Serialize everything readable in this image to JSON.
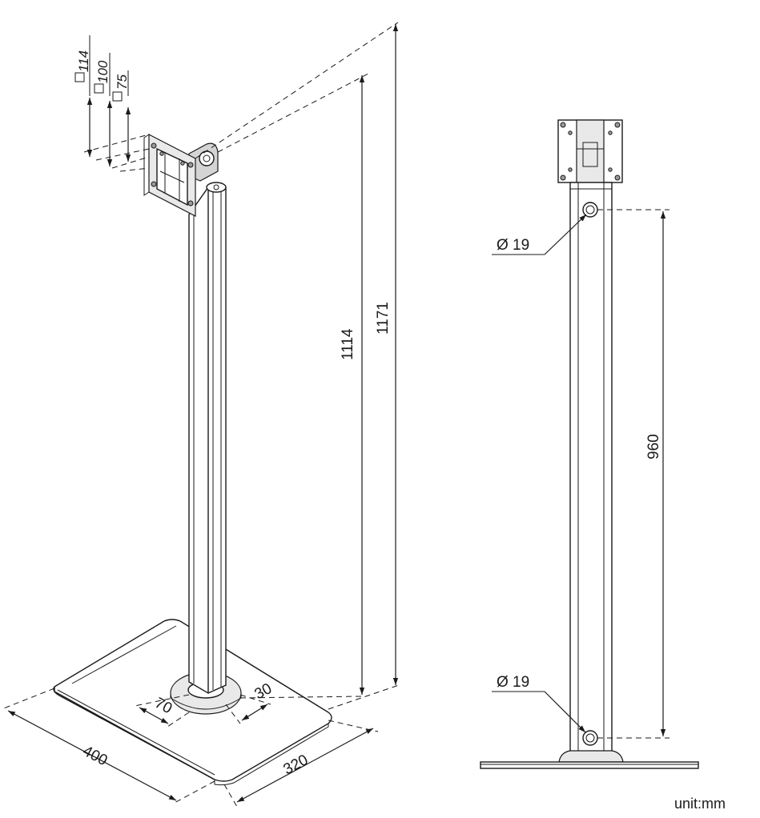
{
  "dimensions": {
    "vesa_114": "114",
    "vesa_100": "100",
    "vesa_75": "75",
    "height_mount": "1114",
    "height_total": "1171",
    "base_width": "400",
    "base_depth": "320",
    "column_width": "70",
    "column_depth": "30",
    "hole_spacing": "960",
    "hole_top": "Ø 19",
    "hole_bottom": "Ø 19"
  },
  "unit_label": "unit:mm"
}
